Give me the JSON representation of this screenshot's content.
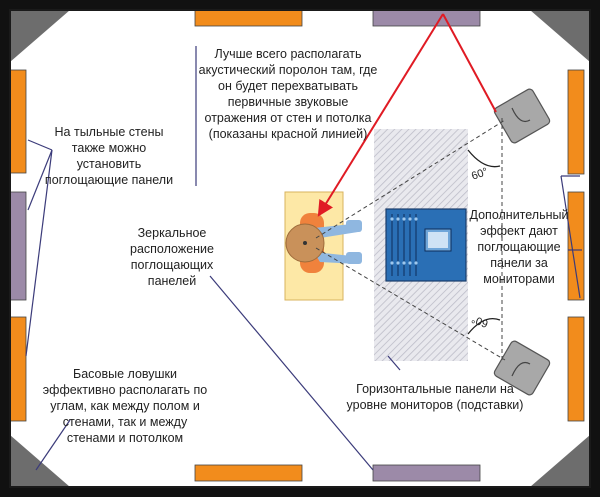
{
  "labels": {
    "absorption_top": "Лучше всего располагать акустический поролон там, где он будет перехватывать первичные звуковые отражения от стен и потолка (показаны красной линией)",
    "rear_walls": "На тыльные стены также можно установить поглощающие панели",
    "mirror_panels": "Зеркальное расположение поглощающих панелей",
    "behind_monitors": "Дополнительный эффект дают поглощающие панели за мониторами",
    "bass_traps": "Басовые ловушки эффективно располагать по углам, как между полом и стенами, так и между стенами и потолком",
    "horizontal_panels": "Горизонтальные панели на уровне мониторов (подставки)",
    "angle_top": "60°",
    "angle_bottom": "60°"
  },
  "colors": {
    "room_floor": "#ffffff",
    "room_border": "#1a1a1a",
    "corner_trap": "#6d6d6d",
    "orange_panel": "#f28c1c",
    "purple_panel": "#9c8aa8",
    "reflection_line": "#e01b24",
    "desk_fill": "#fde8a6",
    "console_fill": "#2a6fb5",
    "leader_line": "#3b3b7a",
    "speaker_fill": "#a8a8a8"
  }
}
